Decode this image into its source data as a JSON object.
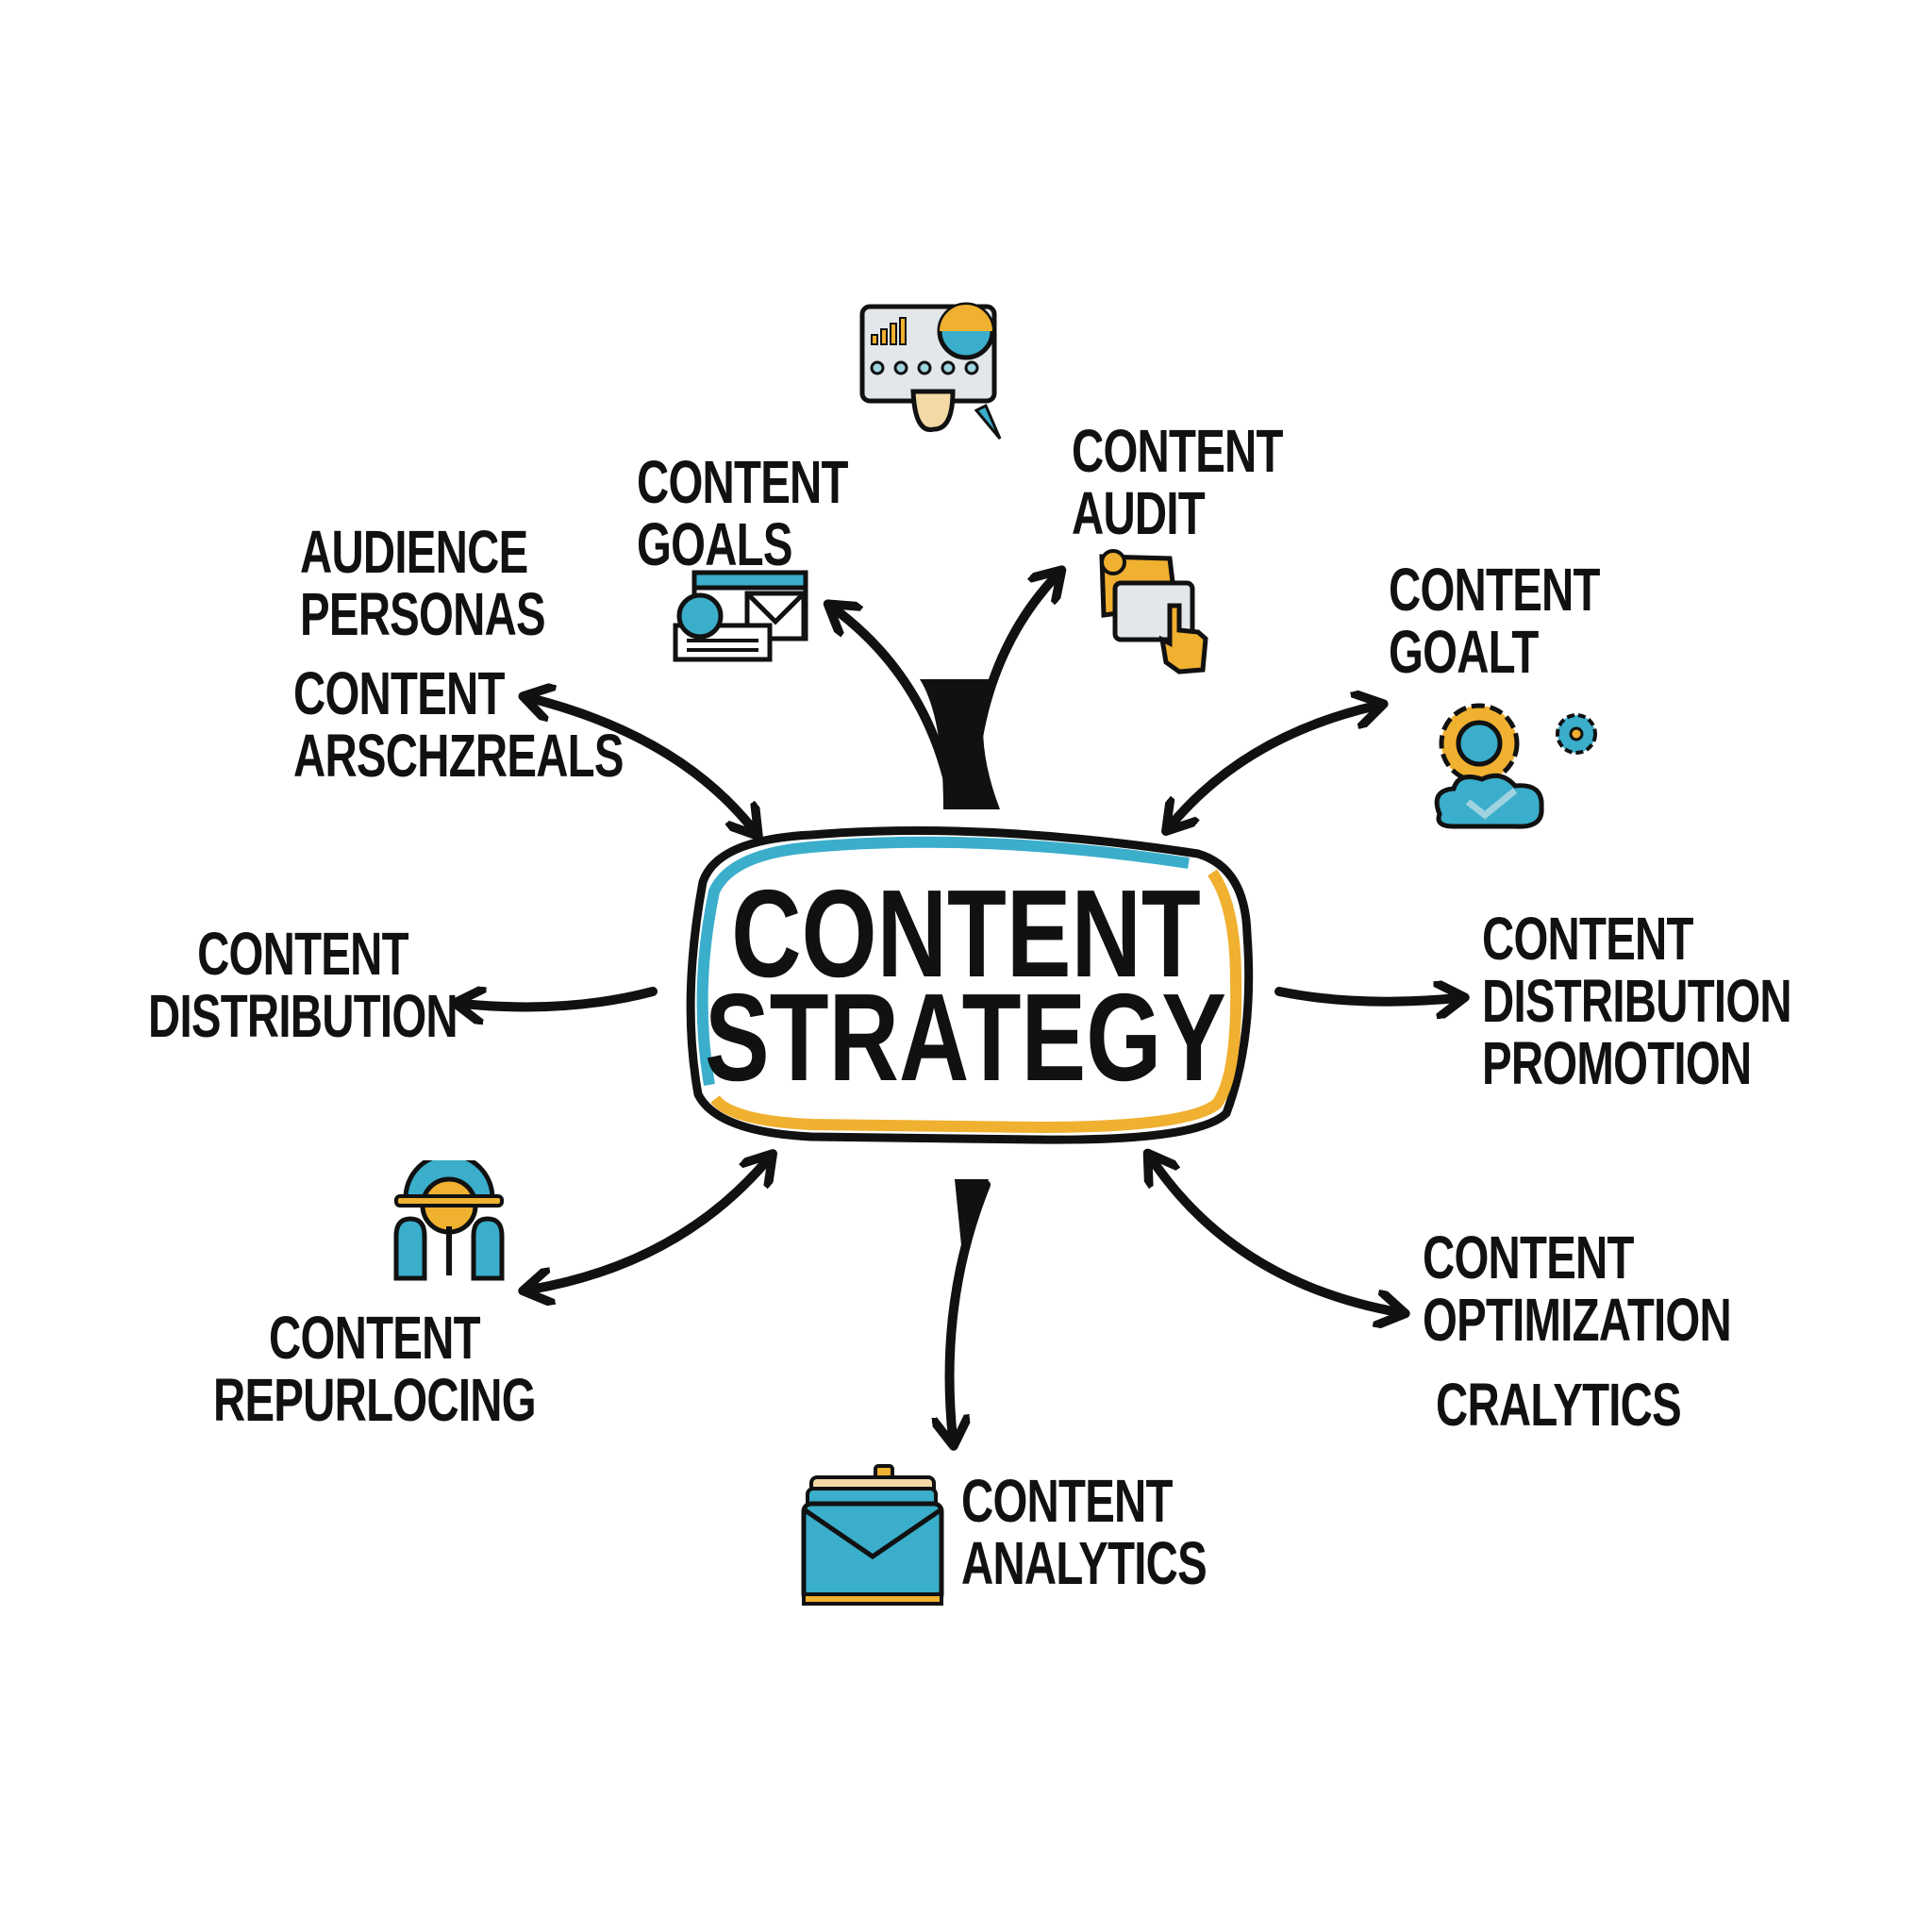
{
  "center": {
    "line1": "CONTENT",
    "line2": "STRATEGY"
  },
  "nodes": {
    "audience_personas": [
      "AUDIENCE",
      "PERSONAS"
    ],
    "content_arschzreals": [
      "CONTENT",
      "ARSCHZREALS"
    ],
    "content_goals": [
      "CONTENT",
      "GOALS"
    ],
    "content_audit": [
      "CONTENT",
      "AUDIT"
    ],
    "content_goalt": [
      "CONTENT",
      "GOALT"
    ],
    "content_distribution_left": [
      "CONTENT",
      "DISTRIBUTION"
    ],
    "content_distribution_promotion": [
      "CONTENT",
      "DISTRIBUTION",
      "PROMOTION"
    ],
    "content_optimization": [
      "CONTENT",
      "OPTIMIZATION"
    ],
    "cralytics": "CRALYTICS",
    "content_repurlocing": [
      "CONTENT",
      "REPURLOCING"
    ],
    "content_analytics": [
      "CONTENT",
      "ANALYTICS"
    ]
  },
  "icons": [
    "dashboard-icon",
    "email-profile-icon",
    "touch-screen-icon",
    "gear-cloud-icon",
    "machine-icon",
    "envelope-folder-icon"
  ],
  "colors": {
    "teal": "#3aaecb",
    "gold": "#f0b030",
    "ink": "#111111",
    "gray": "#e4e7ea"
  }
}
